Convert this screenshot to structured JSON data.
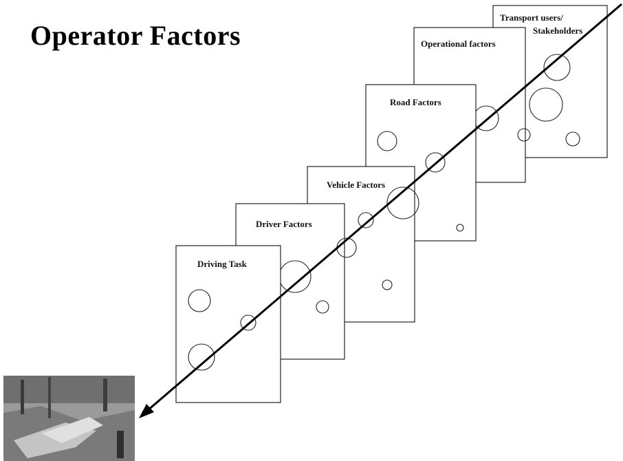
{
  "title": "Operator Factors",
  "panels": [
    {
      "id": "transport-users",
      "label_lines": [
        "Transport users/",
        "Stakeholders"
      ]
    },
    {
      "id": "operational",
      "label_lines": [
        "Operational factors"
      ]
    },
    {
      "id": "road",
      "label_lines": [
        "Road Factors"
      ]
    },
    {
      "id": "vehicle",
      "label_lines": [
        "Vehicle Factors"
      ]
    },
    {
      "id": "driver",
      "label_lines": [
        "Driver Factors"
      ]
    },
    {
      "id": "driving-task",
      "label_lines": [
        "Driving Task"
      ]
    }
  ],
  "image": {
    "name": "crash-photo"
  },
  "colors": {
    "line": "#000000",
    "panel_stroke": "#222222",
    "background": "#ffffff"
  }
}
